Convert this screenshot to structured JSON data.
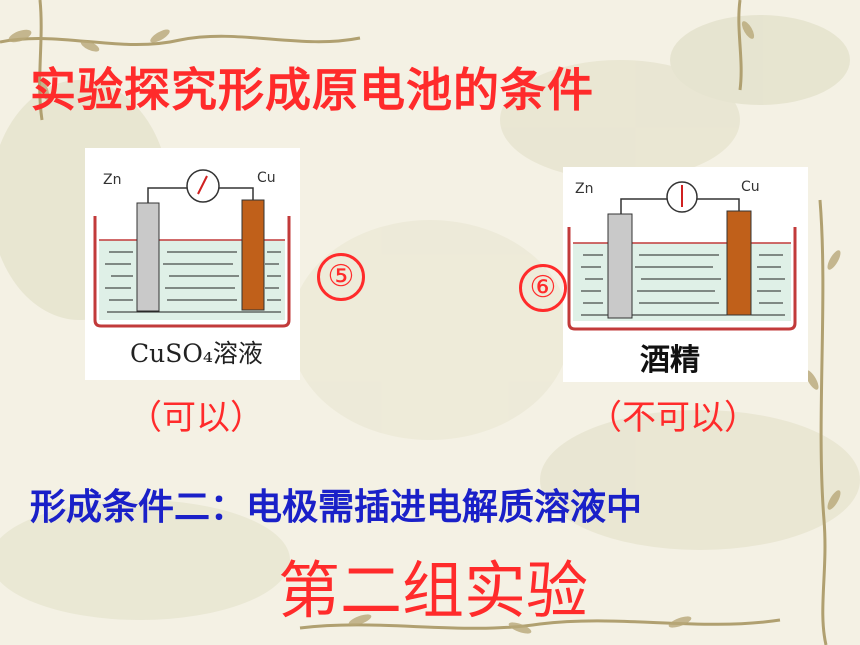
{
  "title": "实验探究形成原电池的条件",
  "experiments": [
    {
      "number": "⑤",
      "anode_label": "Zn",
      "cathode_label": "Cu",
      "solution_label": "CuSO₄溶液",
      "result": "（可以）"
    },
    {
      "number": "⑥",
      "anode_label": "Zn",
      "cathode_label": "Cu",
      "solution_label": "酒精",
      "result": "（不可以）"
    }
  ],
  "condition_text": "形成条件二：电极需插进电解质溶液中",
  "group_title": "第二组实验",
  "colors": {
    "accent_red": "#ff2b2b",
    "condition_blue": "#1a20c8",
    "zinc_gray": "#c9c9c9",
    "copper_orange": "#c0601a",
    "solution_tint": "#dff0e7",
    "beaker_line": "#c23a3a"
  }
}
